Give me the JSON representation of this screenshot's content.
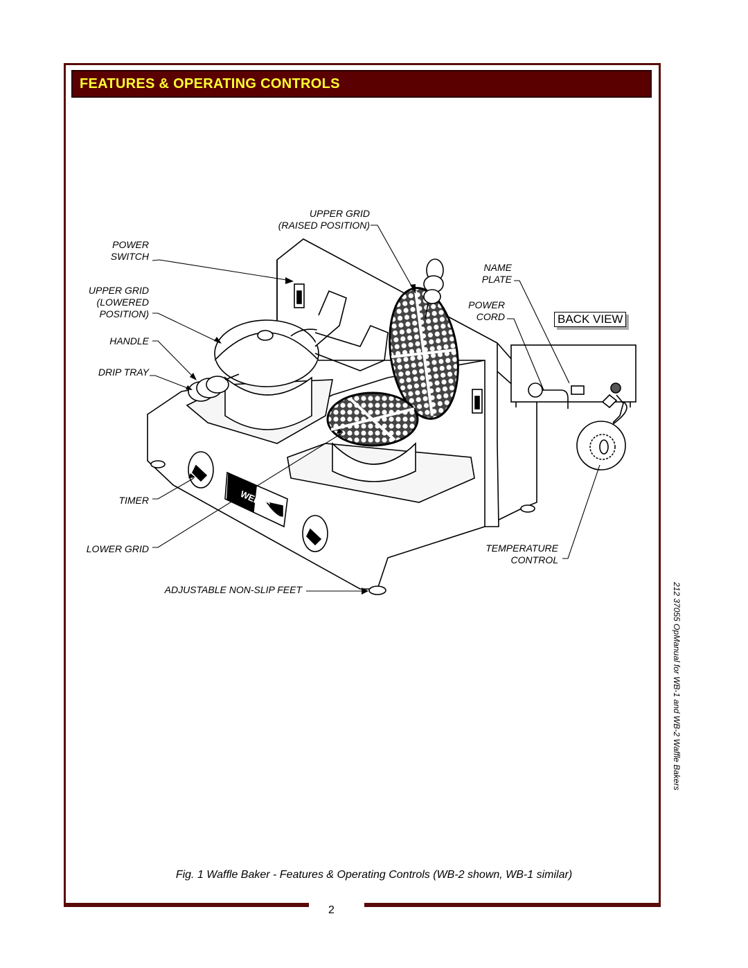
{
  "header": {
    "title": "FEATURES & OPERATING CONTROLS"
  },
  "labels": {
    "upper_grid_raised": [
      "UPPER GRID",
      "(RAISED POSITION)"
    ],
    "power_switch": [
      "POWER",
      "SWITCH"
    ],
    "upper_grid_lowered": [
      "UPPER GRID",
      "(LOWERED",
      "POSITION)"
    ],
    "handle": "HANDLE",
    "drip_tray": "DRIP TRAY",
    "timer": "TIMER",
    "lower_grid": "LOWER GRID",
    "adjustable_feet": "ADJUSTABLE NON-SLIP FEET",
    "name_plate": [
      "NAME",
      "PLATE"
    ],
    "power_cord": [
      "POWER",
      "CORD"
    ],
    "temperature_control": [
      "TEMPERATURE",
      "CONTROL"
    ],
    "back_view": "BACK VIEW",
    "brand": "WELLS"
  },
  "caption": "Fig. 1  Waffle Baker  - Features & Operating Controls (WB-2 shown, WB-1 similar)",
  "side_note": "212  37055  OpManual for WB-1 and WB-2 Waffle Bakers",
  "page_number": "2",
  "colors": {
    "frame": "#5a0a0a",
    "header_bg": "#5a0000",
    "header_text": "#ffff33"
  }
}
